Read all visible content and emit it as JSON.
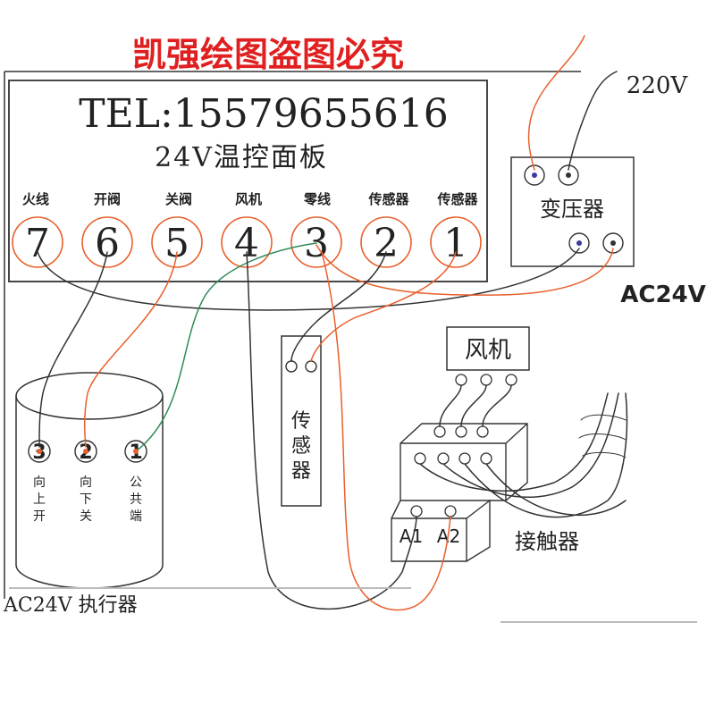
{
  "watermark": "凯强绘图盗图必究",
  "panel": {
    "tel": "TEL:15579655616",
    "name": "24V温控面板",
    "terminals": [
      {
        "label": "火线",
        "num": "7"
      },
      {
        "label": "开阀",
        "num": "6"
      },
      {
        "label": "关阀",
        "num": "5"
      },
      {
        "label": "风机",
        "num": "4"
      },
      {
        "label": "零线",
        "num": "3"
      },
      {
        "label": "传感器",
        "num": "2"
      },
      {
        "label": "传感器",
        "num": "1"
      }
    ]
  },
  "transformer": {
    "label": "变压器",
    "input": "220V",
    "output": "AC24V"
  },
  "actuator": {
    "label": "AC24V 执行器",
    "terminals": [
      {
        "num": "3",
        "desc": [
          "向",
          "上",
          "开"
        ]
      },
      {
        "num": "2",
        "desc": [
          "向",
          "下",
          "关"
        ]
      },
      {
        "num": "1",
        "desc": [
          "公",
          "共",
          "端"
        ]
      }
    ]
  },
  "sensor": {
    "label": [
      "传",
      "感",
      "器"
    ]
  },
  "fan": {
    "label": "风机"
  },
  "contactor": {
    "label": "接触器",
    "a1": "A1",
    "a2": "A2"
  },
  "colors": {
    "wire_black": "#333333",
    "wire_orange": "#e8602c",
    "wire_green": "#2e8b57",
    "watermark": "#e02020"
  }
}
